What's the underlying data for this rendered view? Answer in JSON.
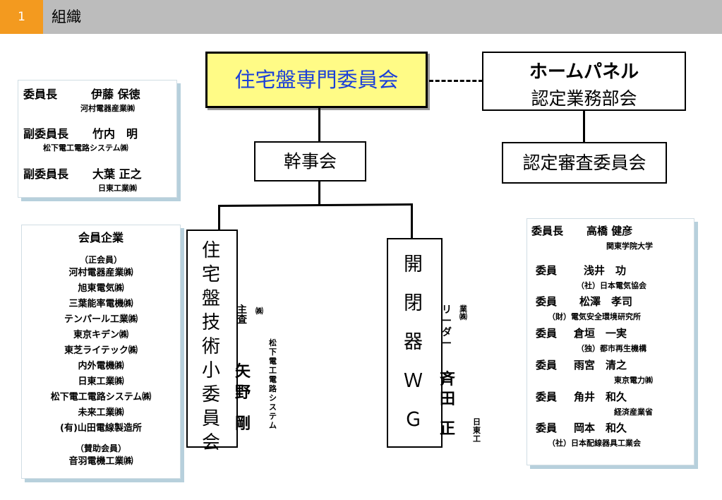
{
  "header": {
    "number": "1",
    "title": "組織"
  },
  "org": {
    "main_committee": "住宅盤専門委員会",
    "home_panel": {
      "line1": "ホームパネル",
      "line2": "認定業務部会"
    },
    "secretariat": "幹事会",
    "cert_review": "認定審査委員会",
    "tech_subcommittee": {
      "title": [
        "住",
        "宅",
        "盤",
        "技",
        "術",
        "小",
        "委",
        "員",
        "会"
      ],
      "role": [
        "主",
        "査"
      ],
      "name": [
        "矢",
        "野",
        "剛"
      ],
      "company": [
        "松",
        "下",
        "電",
        "工",
        "電",
        "路",
        "シ",
        "ス",
        "テ",
        "ム"
      ],
      "company_suffix": "㈱"
    },
    "switchgear_wg": {
      "title": [
        "開",
        "閉",
        "器",
        "Ｗ",
        "Ｇ"
      ],
      "role": [
        "リ",
        "ー",
        "ダ",
        "ー"
      ],
      "name": [
        "斉",
        "田",
        "正"
      ],
      "company": [
        "日",
        "東",
        "工"
      ],
      "company_tail": [
        "業",
        "㈱"
      ]
    }
  },
  "leaders": [
    {
      "role": "委員長",
      "name": "伊藤 保徳",
      "company": "河村電器産業㈱"
    },
    {
      "role": "副委員長",
      "name": "竹内　明",
      "company": "松下電工電路システム㈱"
    },
    {
      "role": "副委員長",
      "name": "大葉 正之",
      "company": "日東工業㈱"
    }
  ],
  "members": {
    "title": "会員企業",
    "regular_label": "（正会員）",
    "regular": [
      "河村電器産業㈱",
      "旭東電気㈱",
      "三葉能率電機㈱",
      "テンパール工業㈱",
      "東京キデン㈱",
      "東芝ライテック㈱",
      "内外電機㈱",
      "日東工業㈱",
      "松下電工電路システム㈱",
      "未来工業㈱",
      "(有)山田電線製造所"
    ],
    "supporting_label": "（賛助会員）",
    "supporting": [
      "音羽電機工業㈱"
    ]
  },
  "review_committee": [
    {
      "role": "委員長",
      "name": "高橋 健彦",
      "org": "関東学院大学"
    },
    {
      "role": "委員",
      "name": "浅井　功",
      "org": "（社）日本電気協会"
    },
    {
      "role": "委員",
      "name": "松澤　孝司",
      "org": "（財）電気安全環境研究所"
    },
    {
      "role": "委員",
      "name": "倉垣　一実",
      "org": "（独）都市再生機構"
    },
    {
      "role": "委員",
      "name": "雨宮　清之",
      "org": "東京電力㈱"
    },
    {
      "role": "委員",
      "name": "角井　和久",
      "org": "経済産業省"
    },
    {
      "role": "委員",
      "name": "岡本　和久",
      "org": "（社）日本配線器具工業会"
    }
  ],
  "colors": {
    "accent": "#f39a1f",
    "header_bg": "#bcbcbc",
    "highlight_box": "#fffb86",
    "title_blue": "#1a3fd9",
    "panel_shadow": "#b7d0dc"
  }
}
